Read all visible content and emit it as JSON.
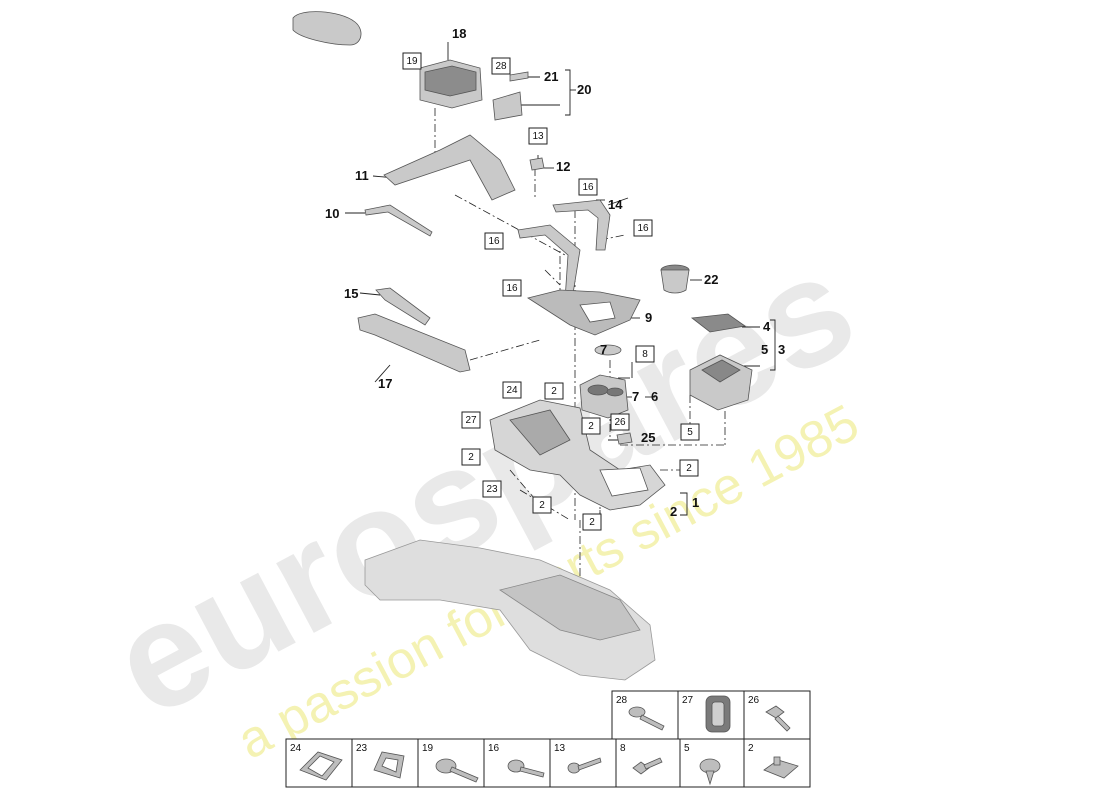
{
  "watermark": {
    "brand": "eurospares",
    "tagline": "a passion for parts since 1985"
  },
  "callouts": {
    "c1": "1",
    "c2": "2",
    "c3": "3",
    "c4": "4",
    "c5": "5",
    "c6": "6",
    "c7a": "7",
    "c7b": "7",
    "c9": "9",
    "c10": "10",
    "c11": "11",
    "c12": "12",
    "c14": "14",
    "c15": "15",
    "c17": "17",
    "c18": "18",
    "c20": "20",
    "c21": "21",
    "c22": "22",
    "c25": "25"
  },
  "boxed_refs": {
    "b19": "19",
    "b28": "28",
    "b13": "13",
    "b16a": "16",
    "b16b": "16",
    "b16c": "16",
    "b16d": "16",
    "b8": "8",
    "b24": "24",
    "b2a": "2",
    "b27": "27",
    "b2b": "2",
    "b26": "26",
    "b2c": "2",
    "b5": "5",
    "b2d": "2",
    "b23": "23",
    "b2e": "2",
    "b2f": "2"
  },
  "fastener_legend": {
    "top_row": [
      "28",
      "27",
      "26"
    ],
    "bottom_row": [
      "24",
      "23",
      "19",
      "16",
      "13",
      "8",
      "5",
      "2"
    ]
  },
  "colors": {
    "part_fill": "#c9c9c9",
    "part_stroke": "#555555",
    "line": "#222222",
    "watermark_grey": "#e9e9e9",
    "watermark_yellow": "#f1ee9a"
  }
}
